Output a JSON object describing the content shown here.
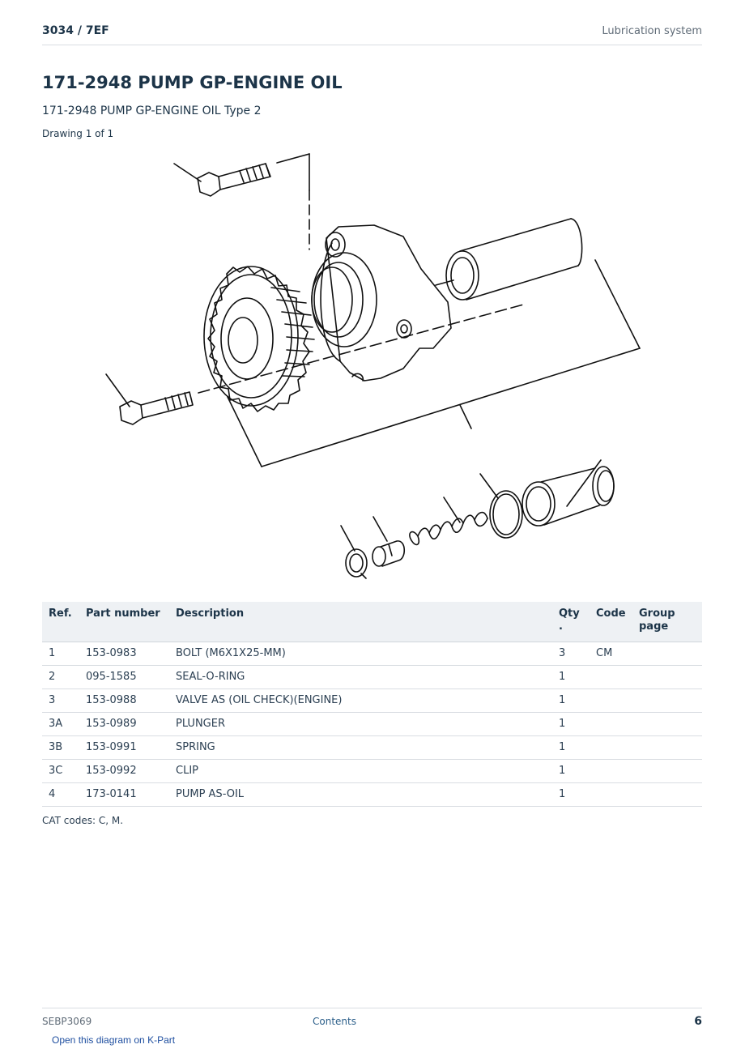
{
  "header": {
    "model": "3034  /  7EF",
    "section": "Lubrication system"
  },
  "title": "171-2948 PUMP GP-ENGINE OIL",
  "subtitle": "171-2948 PUMP GP-ENGINE OIL Type 2",
  "drawing_label": "Drawing 1 of 1",
  "table": {
    "headers": {
      "ref": "Ref.",
      "part_number": "Part number",
      "description": "Description",
      "qty": "Qty .",
      "code": "Code",
      "group_page": "Group page"
    },
    "rows": [
      {
        "ref": "1",
        "part_number": "153-0983",
        "description": "BOLT (M6X1X25-MM)",
        "qty": "3",
        "code": "CM",
        "group_page": ""
      },
      {
        "ref": "2",
        "part_number": "095-1585",
        "description": "SEAL-O-RING",
        "qty": "1",
        "code": "",
        "group_page": ""
      },
      {
        "ref": "3",
        "part_number": "153-0988",
        "description": "VALVE AS (OIL CHECK)(ENGINE)",
        "qty": "1",
        "code": "",
        "group_page": ""
      },
      {
        "ref": "3A",
        "part_number": "153-0989",
        "description": "PLUNGER",
        "qty": "1",
        "code": "",
        "group_page": ""
      },
      {
        "ref": "3B",
        "part_number": "153-0991",
        "description": "SPRING",
        "qty": "1",
        "code": "",
        "group_page": ""
      },
      {
        "ref": "3C",
        "part_number": "153-0992",
        "description": "CLIP",
        "qty": "1",
        "code": "",
        "group_page": ""
      },
      {
        "ref": "4",
        "part_number": "173-0141",
        "description": "PUMP AS-OIL",
        "qty": "1",
        "code": "",
        "group_page": ""
      }
    ]
  },
  "cat_codes": "CAT codes: C, M.",
  "footer": {
    "doc_id": "SEBP3069",
    "contents_link": "Contents",
    "page_number": "6",
    "kpart_link": "Open this diagram on K-Part"
  }
}
